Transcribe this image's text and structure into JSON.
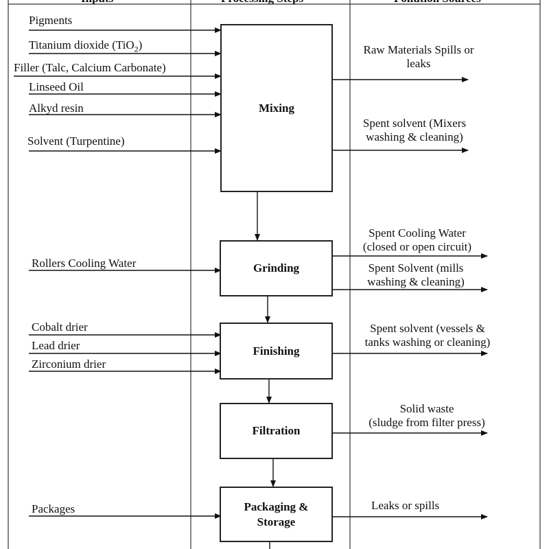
{
  "headers": {
    "inputs": "Inputs",
    "steps": "Processing Steps",
    "pollution": "Pollution Sources"
  },
  "inputs": {
    "pigments": "Pigments",
    "tio2_main": "Titanium dioxide (TiO",
    "tio2_sub": "2",
    "tio2_close": ")",
    "filler": "Filler (Talc, Calcium Carbonate)",
    "linseed": "Linseed Oil",
    "alkyd": "Alkyd resin",
    "solvent": "Solvent (Turpentine)",
    "rollers": "Rollers Cooling Water",
    "cobalt": "Cobalt drier",
    "lead": "Lead drier",
    "zirconium": "Zirconium drier",
    "packages": "Packages"
  },
  "steps": {
    "mixing": "Mixing",
    "grinding": "Grinding",
    "finishing": "Finishing",
    "filtration": "Filtration",
    "packaging_l1": "Packaging &",
    "packaging_l2": "Storage"
  },
  "pollution": {
    "raw_l1": "Raw Materials Spills or",
    "raw_l2": "leaks",
    "spent_mix_l1": "Spent solvent (Mixers",
    "spent_mix_l2": "washing & cleaning)",
    "cooling_l1": "Spent Cooling Water",
    "cooling_l2": "(closed or open circuit)",
    "mills_l1": "Spent Solvent (mills",
    "mills_l2": "washing & cleaning)",
    "vessels_l1": "Spent solvent (vessels &",
    "vessels_l2": "tanks washing or cleaning)",
    "solid_l1": "Solid waste",
    "solid_l2": "(sludge from filter press)",
    "leaks": "Leaks or spills"
  }
}
